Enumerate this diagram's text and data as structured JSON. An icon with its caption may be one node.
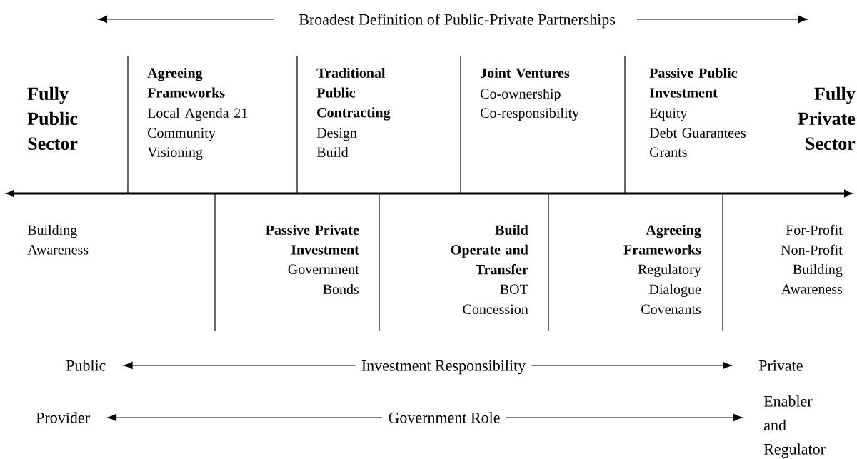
{
  "diagram": {
    "nodes": [
      {
        "text": [
          "Public"
        ]
      },
      {
        "text": [
          "Investment Responsibility"
        ]
      },
      {
        "text": [
          "Private"
        ]
      },
      {
        "text": [
          "Provider"
        ]
      },
      {
        "text": [
          "Government Role"
        ]
      },
      {
        "text": [
          "Enabler and Regulator"
        ]
      },
      {
        "text": [
          "Broadest Definition of Public-Private Partnerships"
        ]
      }
    ],
    "edges": [
      {
        "from": 1,
        "to": 0,
        "arrow": "to"
      },
      {
        "from": 1,
        "to": 2,
        "arrow": "to"
      },
      {
        "from": 4,
        "to": 3,
        "arrow": "to"
      },
      {
        "from": 4,
        "to": 5,
        "arrow": "to"
      },
      {
        "from": 6,
        "to": null,
        "arrow": "to"
      },
      {
        "from": 6,
        "to": null,
        "arrow": "to"
      }
    ],
    "labels": [
      "Fully Public Sector",
      "Agreeing Frameworks",
      "Local Agenda 21",
      "Community",
      "Visioning",
      "Traditional Public Contracting",
      "Design",
      "Build",
      "Joint Ventures",
      "Co-ownership",
      "Co-responsibility",
      "Passive Public Investment",
      "Equity",
      "Debt Guarantees",
      "Grants",
      "Fully Private Sector",
      "Building Awareness",
      "Passive Private Investment",
      "Government",
      "Bonds",
      "Build Operate and Transfer",
      "BOT",
      "Concession",
      "Agreeing Frameworks",
      "Regulatory",
      "Dialogue",
      "Covenants",
      "For-Profit",
      "Non-Profit",
      "Building Awareness"
    ]
  }
}
